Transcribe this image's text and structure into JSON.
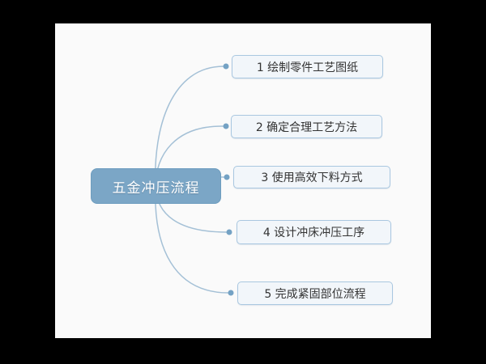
{
  "colors": {
    "outer_bg": "#000000",
    "canvas_bg": "#fafafa",
    "root_fill": "#7ba6c6",
    "root_border": "#6e9dbf",
    "root_text": "#ffffff",
    "branch_fill": "#f2f6fa",
    "branch_border": "#a9c7e0",
    "branch_text": "#333333",
    "connector": "#a4c0d6",
    "dot": "#74a2c4"
  },
  "mindmap": {
    "root": {
      "label": "五金冲压流程"
    },
    "branches": [
      {
        "label": "1 绘制零件工艺图纸"
      },
      {
        "label": "2 确定合理工艺方法"
      },
      {
        "label": "3 使用高效下料方式"
      },
      {
        "label": "4 设计冲床冲压工序"
      },
      {
        "label": "5 完成紧固部位流程"
      }
    ]
  }
}
